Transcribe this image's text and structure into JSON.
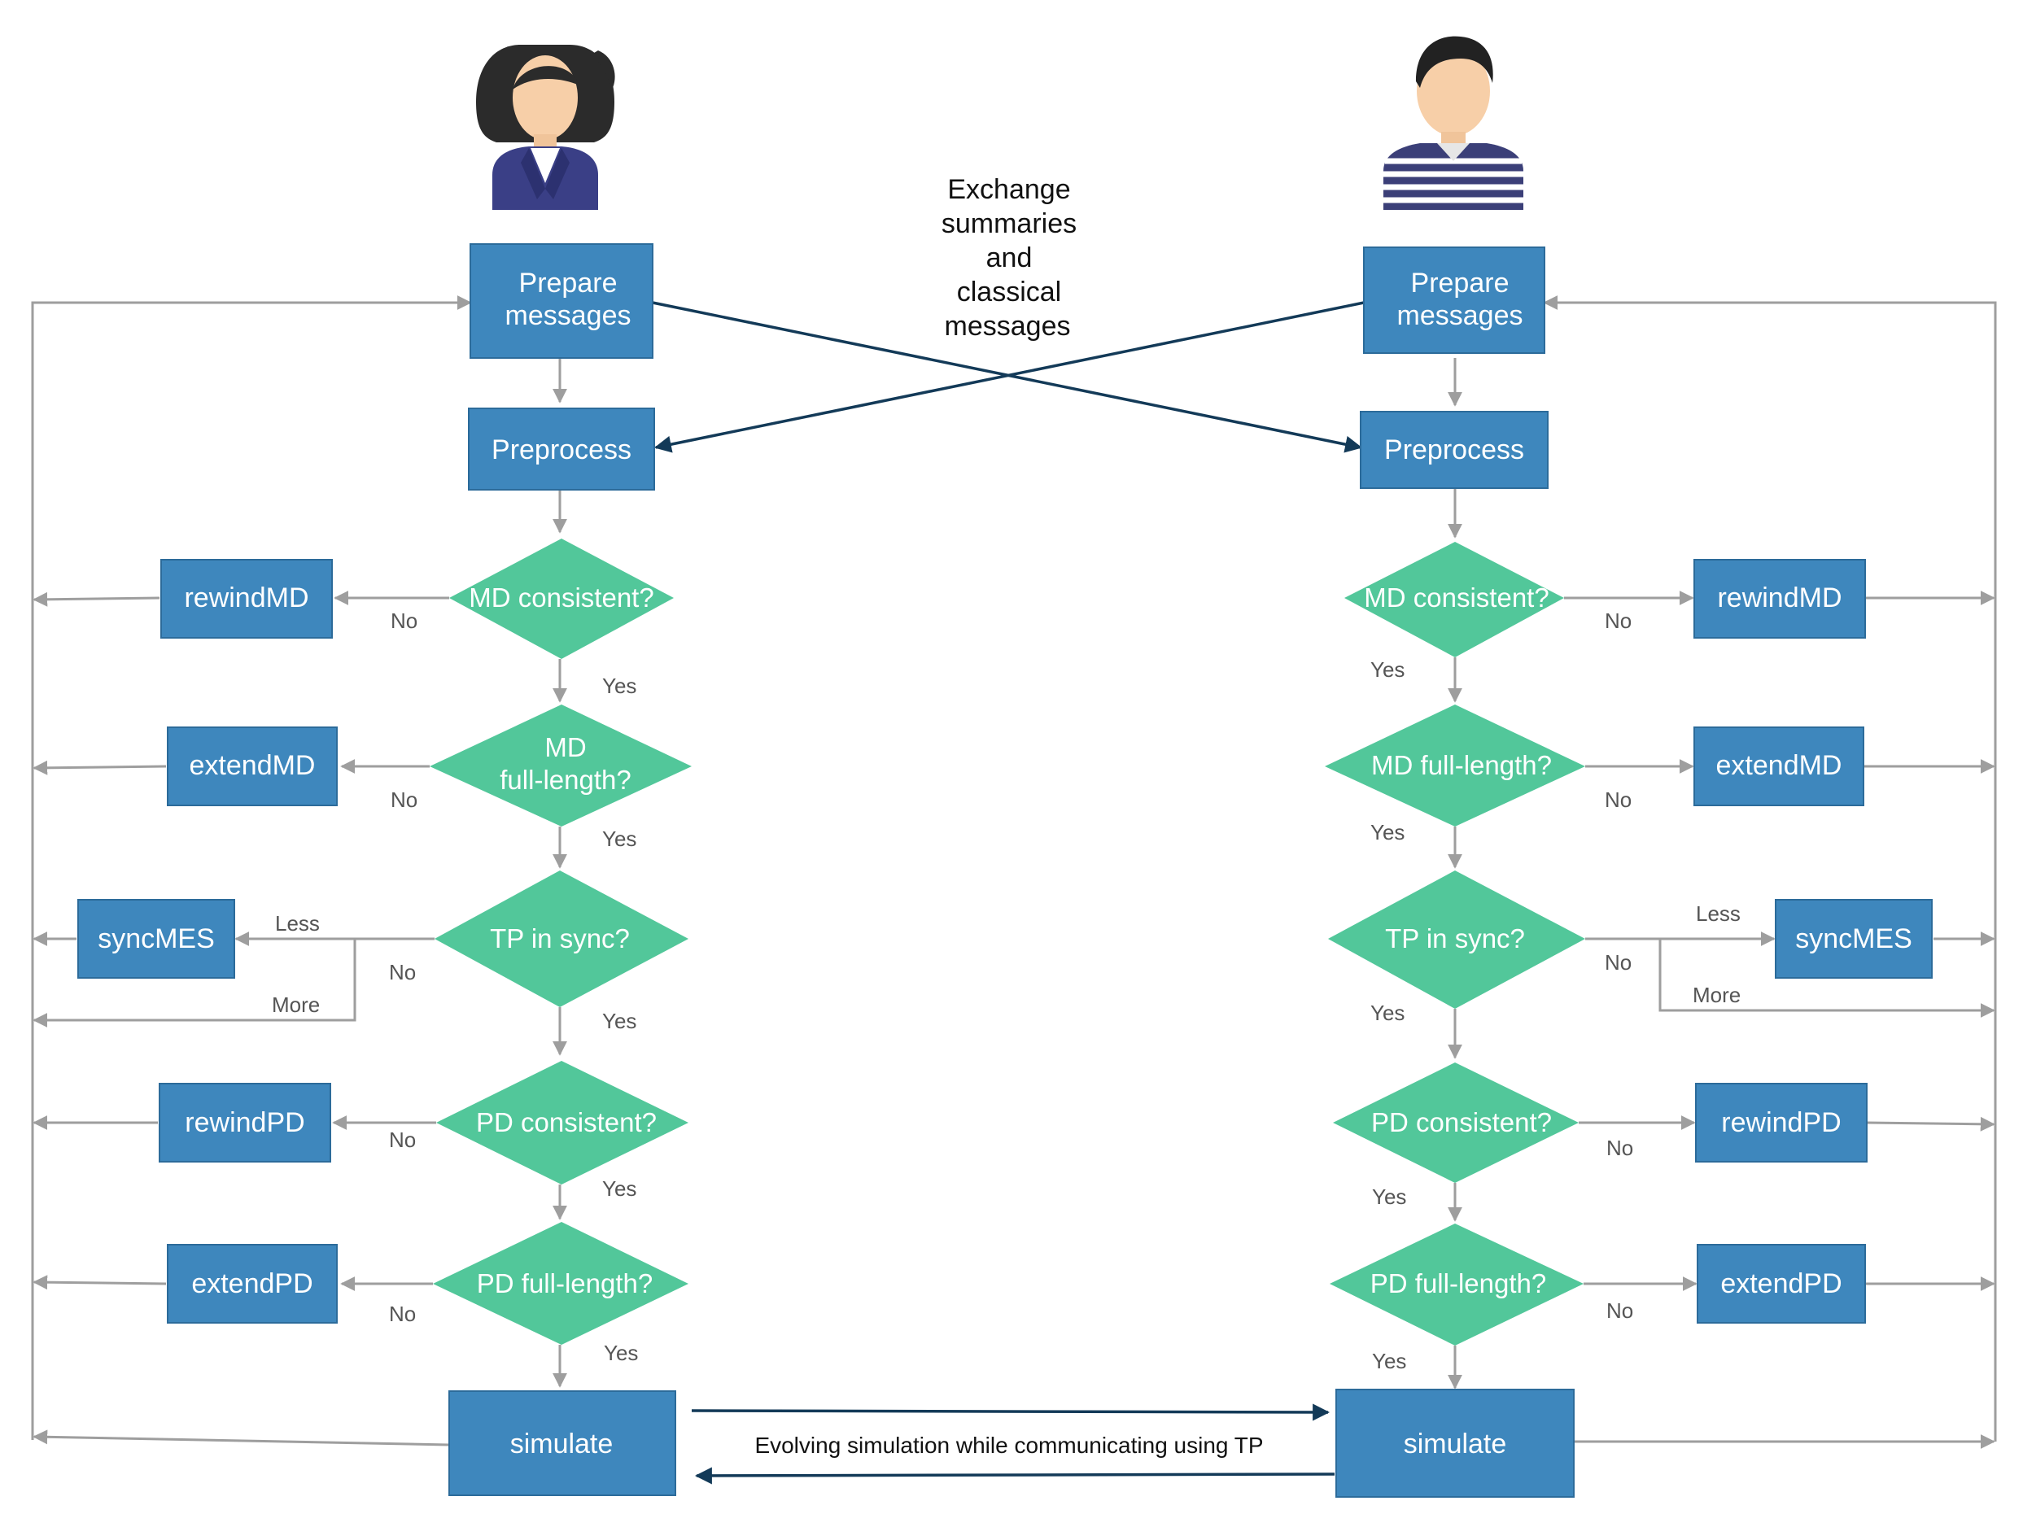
{
  "colors": {
    "process_box": "#3e87bd",
    "process_box_border": "#2c6b9a",
    "decision_diamond": "#52c79a",
    "connector": "#9e9e9e",
    "exchange_arrow": "#133a58",
    "text_dark": "#111111",
    "branch_text": "#555555"
  },
  "icons": {
    "left_party": "woman-avatar-icon",
    "right_party": "man-avatar-icon"
  },
  "exchange_note": [
    "Exchange",
    "summaries",
    "and",
    "classical",
    "messages"
  ],
  "footer_note": "Evolving simulation while communicating using TP",
  "left": {
    "prepare": [
      "Prepare",
      "messages"
    ],
    "preprocess": "Preprocess",
    "md_consistent": "MD consistent?",
    "md_full_length": [
      "MD",
      "full-length?"
    ],
    "tp_in_sync": "TP in sync?",
    "pd_consistent": "PD consistent?",
    "pd_full_length": "PD full-length?",
    "simulate": "simulate",
    "rewind_md": "rewindMD",
    "extend_md": "extendMD",
    "sync_mes": "syncMES",
    "rewind_pd": "rewindPD",
    "extend_pd": "extendPD"
  },
  "right": {
    "prepare": [
      "Prepare",
      "messages"
    ],
    "preprocess": "Preprocess",
    "md_consistent": "MD consistent?",
    "md_full_length": "MD full-length?",
    "tp_in_sync": "TP in sync?",
    "pd_consistent": "PD consistent?",
    "pd_full_length": "PD full-length?",
    "simulate": "simulate",
    "rewind_md": "rewindMD",
    "extend_md": "extendMD",
    "sync_mes": "syncMES",
    "rewind_pd": "rewindPD",
    "extend_pd": "extendPD"
  },
  "branch_labels": {
    "yes": "Yes",
    "no": "No",
    "less": "Less",
    "more": "More"
  }
}
